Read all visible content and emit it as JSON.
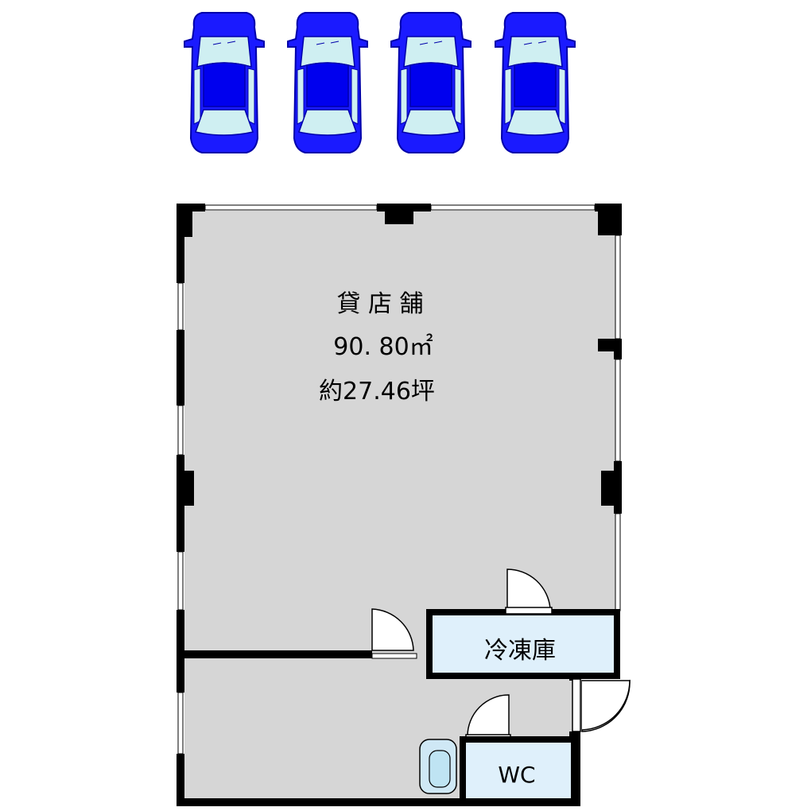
{
  "room": {
    "name": "貸 店 舗",
    "area": "90. 80㎡",
    "tsubo": "約27.46坪"
  },
  "freezer": {
    "label": "冷凍庫"
  },
  "wc": {
    "label": "WC"
  },
  "parking": {
    "car_count": 4
  },
  "colors": {
    "floor": "#d6d6d6",
    "wall": "#000000",
    "freezer_fill": "#dff0fb",
    "wc_fill": "#dff0fb",
    "car_body": "#1a1aff",
    "car_glass": "#cfeff2"
  }
}
